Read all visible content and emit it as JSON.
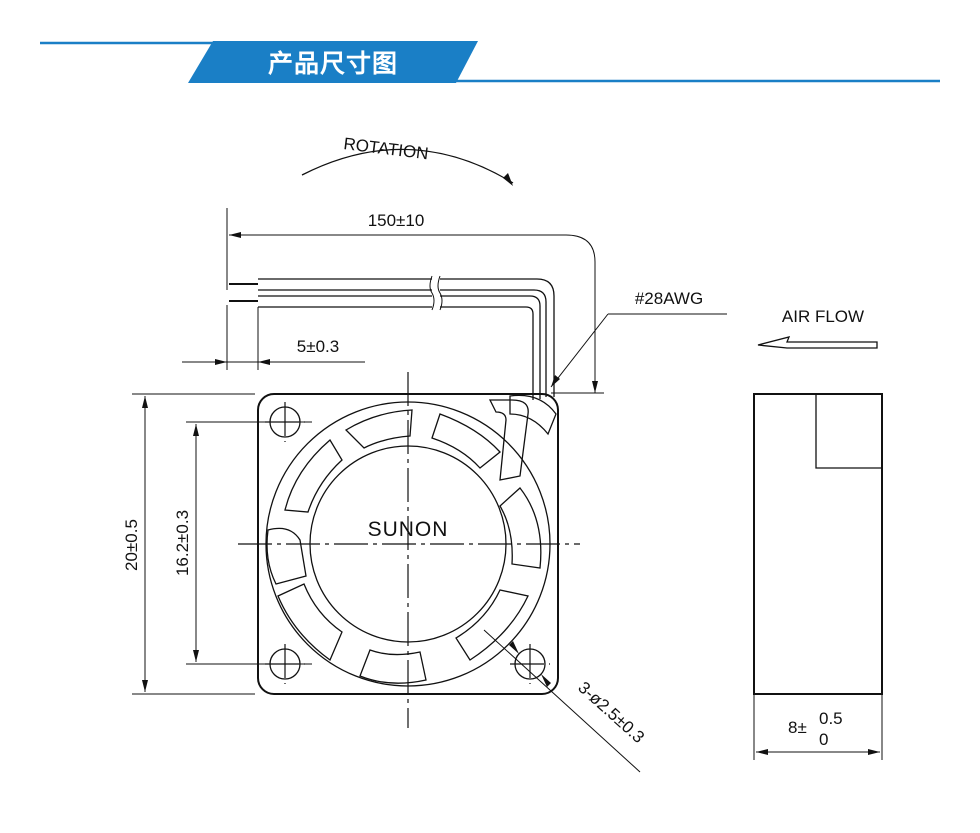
{
  "header": {
    "title": "产品尺寸图",
    "accent_color": "#1a7fc6"
  },
  "drawing": {
    "rotation_label": "ROTATION",
    "cable_length": "150±10",
    "wire_gauge": "#28AWG",
    "strip_length": "5±0.3",
    "air_flow_label": "AIR FLOW",
    "overall_size": "20±0.5",
    "hole_pitch": "16.2±0.3",
    "mounting_holes": "3-ø2.5±0.3",
    "brand": "SUNON",
    "thickness_base": "8±",
    "thickness_upper_tol": "0.5",
    "thickness_lower_tol": "0"
  }
}
